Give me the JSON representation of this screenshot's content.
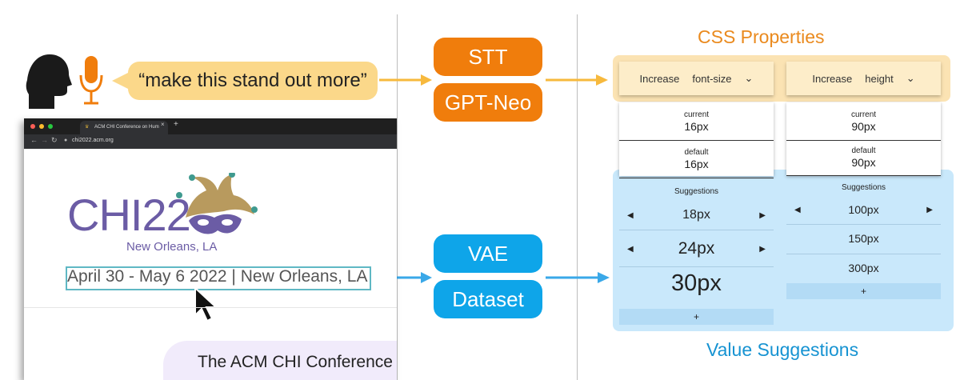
{
  "speech": {
    "text": "“make this stand out more”"
  },
  "pipeline": {
    "stt": "STT",
    "gpt": "GPT-Neo",
    "vae": "VAE",
    "dataset": "Dataset"
  },
  "browser": {
    "tab_title": "ACM CHI Conference on Hum",
    "tab_close": "×",
    "new_tab": "+",
    "url": "chi2022.acm.org",
    "logo": "CHI22",
    "logo_sub": "New Orleans, LA",
    "date_line": "April 30 - May 6 2022 | New Orleans, LA",
    "conference_text": "The ACM CHI Conference"
  },
  "panel": {
    "css_title": "CSS Properties",
    "value_title": "Value Suggestions",
    "columns": [
      {
        "action": "Increase",
        "property": "font-size",
        "current_label": "current",
        "current_value": "16px",
        "default_label": "default",
        "default_value": "16px",
        "suggestions_label": "Suggestions",
        "suggestions": [
          "18px",
          "24px",
          "30px"
        ],
        "add": "+"
      },
      {
        "action": "Increase",
        "property": "height",
        "current_label": "current",
        "current_value": "90px",
        "default_label": "default",
        "default_value": "90px",
        "suggestions_label": "Suggestions",
        "suggestions": [
          "100px",
          "150px",
          "300px"
        ],
        "add": "+"
      }
    ]
  },
  "colors": {
    "orange": "#f07d0c",
    "blue": "#0ea5e9",
    "speech_yellow": "#fbd88a",
    "chi_purple": "#6b5ca5"
  }
}
